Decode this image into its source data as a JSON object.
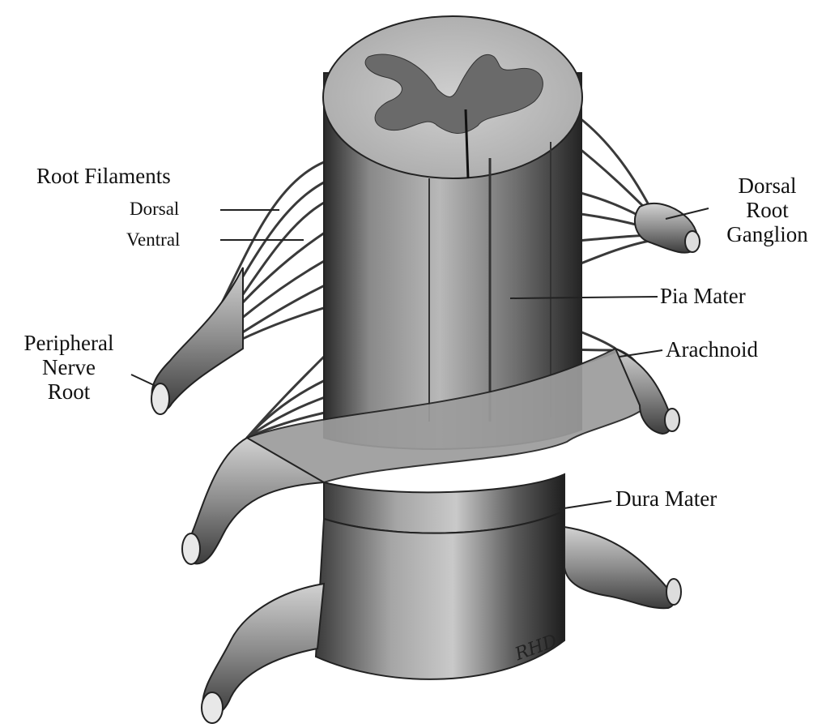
{
  "labels": {
    "root_filaments": "Root Filaments",
    "dorsal": "Dorsal",
    "ventral": "Ventral",
    "peripheral_nerve_root": [
      "Peripheral",
      "Nerve",
      "Root"
    ],
    "dorsal_root_ganglion": [
      "Dorsal",
      "Root",
      "Ganglion"
    ],
    "pia_mater": "Pia Mater",
    "arachnoid": "Arachnoid",
    "dura_mater": "Dura Mater"
  },
  "signature": "RHD",
  "colors": {
    "background": "#ffffff",
    "line": "#222222"
  }
}
